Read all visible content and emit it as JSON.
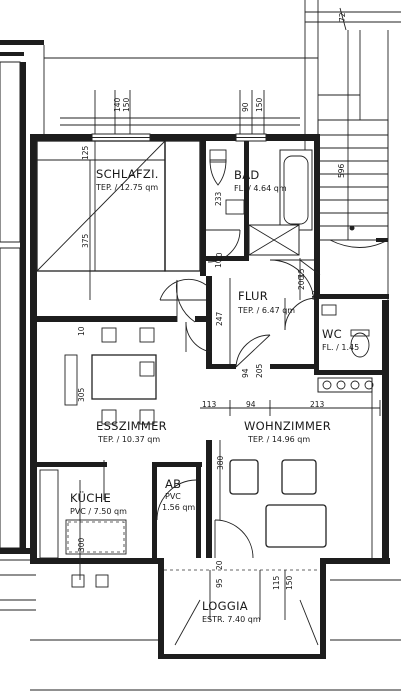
{
  "rooms": {
    "schlafzimmer": {
      "name": "SCHLAFZI.",
      "area": "TEP. / 12.75 qm"
    },
    "bad": {
      "name": "BAD",
      "area": "FL. / 4.64 qm"
    },
    "flur": {
      "name": "FLUR",
      "area": "TEP. / 6.47 qm"
    },
    "wc": {
      "name": "WC",
      "area": "FL. / 1.45"
    },
    "esszimmer": {
      "name": "ESSZIMMER",
      "area": "TEP. / 10.37 qm"
    },
    "wohnzimmer": {
      "name": "WOHNZIMMER",
      "area": "TEP. / 14.96 qm"
    },
    "kueche": {
      "name": "KÜCHE",
      "area": "PVC / 7.50 qm"
    },
    "abstellraum": {
      "name": "AB",
      "floor": "PVC",
      "area": "1.56 qm"
    },
    "loggia": {
      "name": "LOGGIA",
      "area": "ESTR. 7.40 qm"
    }
  },
  "dimensions": {
    "top_left_a": "140",
    "top_left_b": "150",
    "top_right_a": "90",
    "top_right_b": "150",
    "bedroom_depth": "125",
    "bedroom_diag": "375",
    "bath_233": "233",
    "bath_10": "10",
    "stair_596": "596",
    "flur_247": "247",
    "flur_10": "10",
    "flur_94": "94",
    "flur_205": "205",
    "hall_72": "72",
    "hall_200": "200",
    "hall_15": "15",
    "ess_10": "10",
    "ess_305": "305",
    "span_113": "113",
    "span_94": "94",
    "span_213": "213",
    "wohn_380": "380",
    "kueche_300": "300",
    "loggia_95": "95",
    "loggia_20": "20",
    "loggia_115": "115",
    "loggia_150": "150",
    "corner_72": "72"
  }
}
